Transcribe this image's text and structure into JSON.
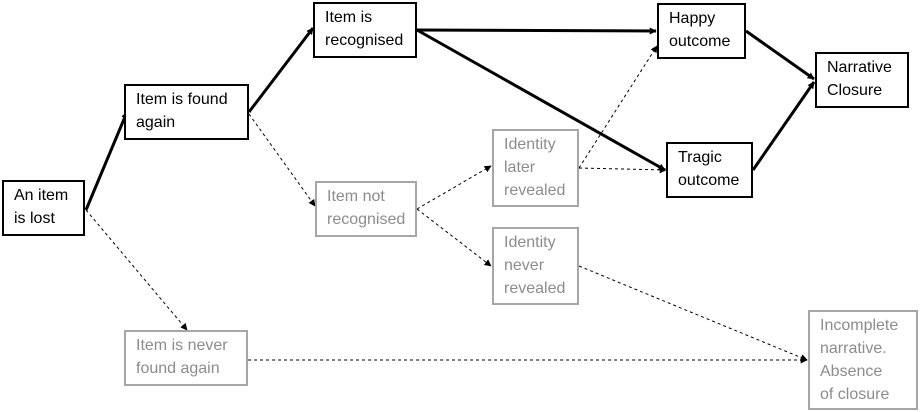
{
  "colors": {
    "main_stroke": "#000000",
    "alt_stroke": "#a6a6a6",
    "alt_text": "#8c8c8c",
    "background": "#ffffff"
  },
  "nodes": {
    "lost": [
      "An item",
      "is lost"
    ],
    "found": [
      "Item is found",
      "again"
    ],
    "recognised": [
      "Item is",
      "recognised"
    ],
    "happy": [
      "Happy",
      "outcome"
    ],
    "closure": [
      "Narrative",
      "Closure"
    ],
    "tragic": [
      "Tragic",
      "outcome"
    ],
    "not_recognised": [
      "Item not",
      "recognised"
    ],
    "later_revealed": [
      "Identity",
      "later",
      "revealed"
    ],
    "never_revealed": [
      "Identity",
      "never",
      "revealed"
    ],
    "never_found": [
      "Item is never",
      "found again"
    ],
    "incomplete": [
      "Incomplete",
      "narrative.",
      "Absence",
      "of closure"
    ]
  },
  "edges": [
    {
      "from": "lost",
      "to": "found",
      "style": "main"
    },
    {
      "from": "found",
      "to": "recognised",
      "style": "main"
    },
    {
      "from": "recognised",
      "to": "happy",
      "style": "main"
    },
    {
      "from": "recognised",
      "to": "tragic",
      "style": "main"
    },
    {
      "from": "happy",
      "to": "closure",
      "style": "main"
    },
    {
      "from": "tragic",
      "to": "closure",
      "style": "main"
    },
    {
      "from": "found",
      "to": "not_recognised",
      "style": "dashed"
    },
    {
      "from": "lost",
      "to": "never_found",
      "style": "dashed"
    },
    {
      "from": "not_recognised",
      "to": "later_revealed",
      "style": "dashed"
    },
    {
      "from": "not_recognised",
      "to": "never_revealed",
      "style": "dashed"
    },
    {
      "from": "later_revealed",
      "to": "happy",
      "style": "dashed"
    },
    {
      "from": "later_revealed",
      "to": "tragic",
      "style": "dashed"
    },
    {
      "from": "never_revealed",
      "to": "incomplete",
      "style": "dashed"
    },
    {
      "from": "never_found",
      "to": "incomplete",
      "style": "dashed"
    }
  ]
}
